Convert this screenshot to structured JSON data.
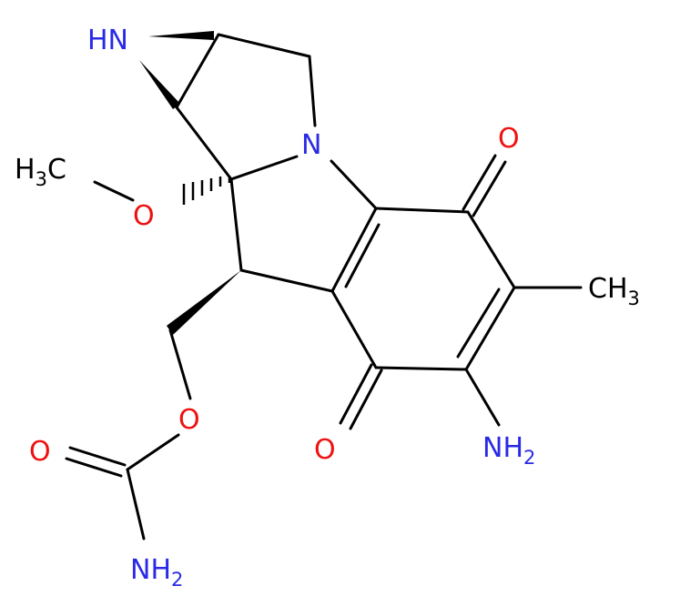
{
  "colors": {
    "bond": "#000000",
    "nitrogen": "#2a2ae6",
    "oxygen": "#ee1111",
    "carbon": "#000000"
  },
  "labels": {
    "aziridine_nh": "HN",
    "methoxy_carbon": "H",
    "methoxy_carbon_sub": "3",
    "methoxy_carbon_tail": "C",
    "methoxy_oxygen": "O",
    "ring_nitrogen": "N",
    "quinone_oxygen_top": "O",
    "quinone_oxygen_bottom": "O",
    "methyl_group": "CH",
    "methyl_group_sub": "3",
    "amino_group": "NH",
    "amino_group_sub": "2",
    "carbamate_ester_oxygen": "O",
    "carbamate_carbonyl_oxygen": "O",
    "carbamate_amine": "NH",
    "carbamate_amine_sub": "2"
  }
}
